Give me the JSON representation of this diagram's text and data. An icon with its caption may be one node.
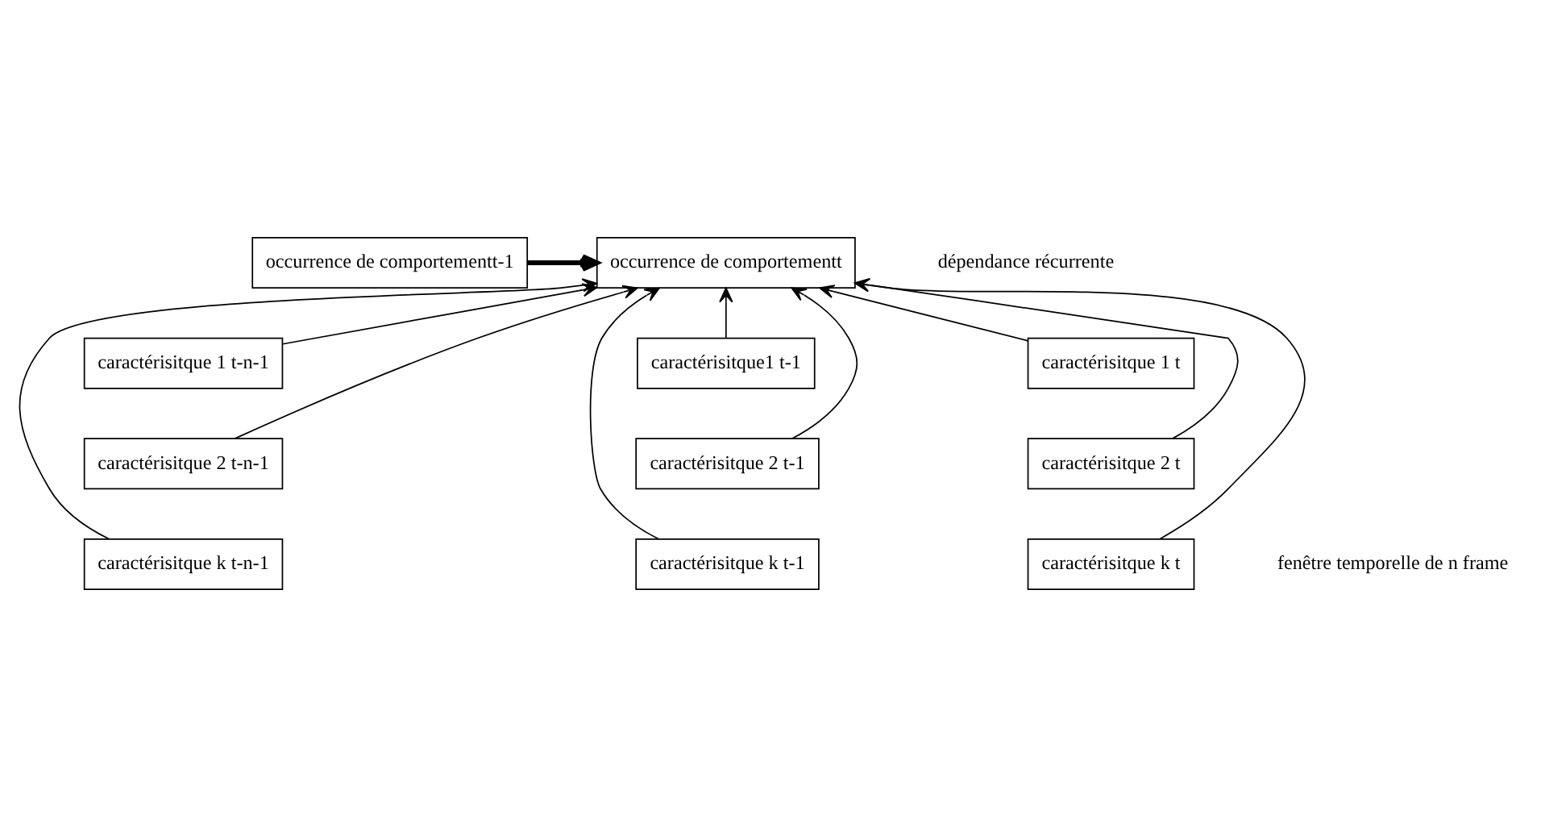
{
  "diagram": {
    "nodes": [
      {
        "text": [
          "occurrence de comportementt-1"
        ]
      },
      {
        "text": [
          "occurrence de comportementt"
        ]
      },
      {
        "text": [
          "caractérisitque 1 t-n-1"
        ]
      },
      {
        "text": [
          "caractérisitque 2 t-n-1"
        ]
      },
      {
        "text": [
          "caractérisitque k t-n-1"
        ]
      },
      {
        "text": [
          "caractérisitque1 t-1"
        ]
      },
      {
        "text": [
          "caractérisitque 2 t-1"
        ]
      },
      {
        "text": [
          "caractérisitque k t-1"
        ]
      },
      {
        "text": [
          "caractérisitque 1 t"
        ]
      },
      {
        "text": [
          "caractérisitque 2 t"
        ]
      },
      {
        "text": [
          "caractérisitque k t"
        ]
      }
    ],
    "edges": [
      {
        "from": 0,
        "to": 1,
        "arrow": "to",
        "style": "thick"
      },
      {
        "from": 2,
        "to": 1,
        "arrow": "to"
      },
      {
        "from": 3,
        "to": 1,
        "arrow": "to"
      },
      {
        "from": 4,
        "to": 1,
        "arrow": "to"
      },
      {
        "from": 5,
        "to": 1,
        "arrow": "to"
      },
      {
        "from": 6,
        "to": 1,
        "arrow": "to"
      },
      {
        "from": 7,
        "to": 1,
        "arrow": "to"
      },
      {
        "from": 8,
        "to": 1,
        "arrow": "to"
      },
      {
        "from": 9,
        "to": 1,
        "arrow": "to"
      },
      {
        "from": 10,
        "to": 1,
        "arrow": "to"
      }
    ],
    "labels": [
      "dépendance récurrente",
      "fenêtre temporelle de n frame"
    ]
  }
}
